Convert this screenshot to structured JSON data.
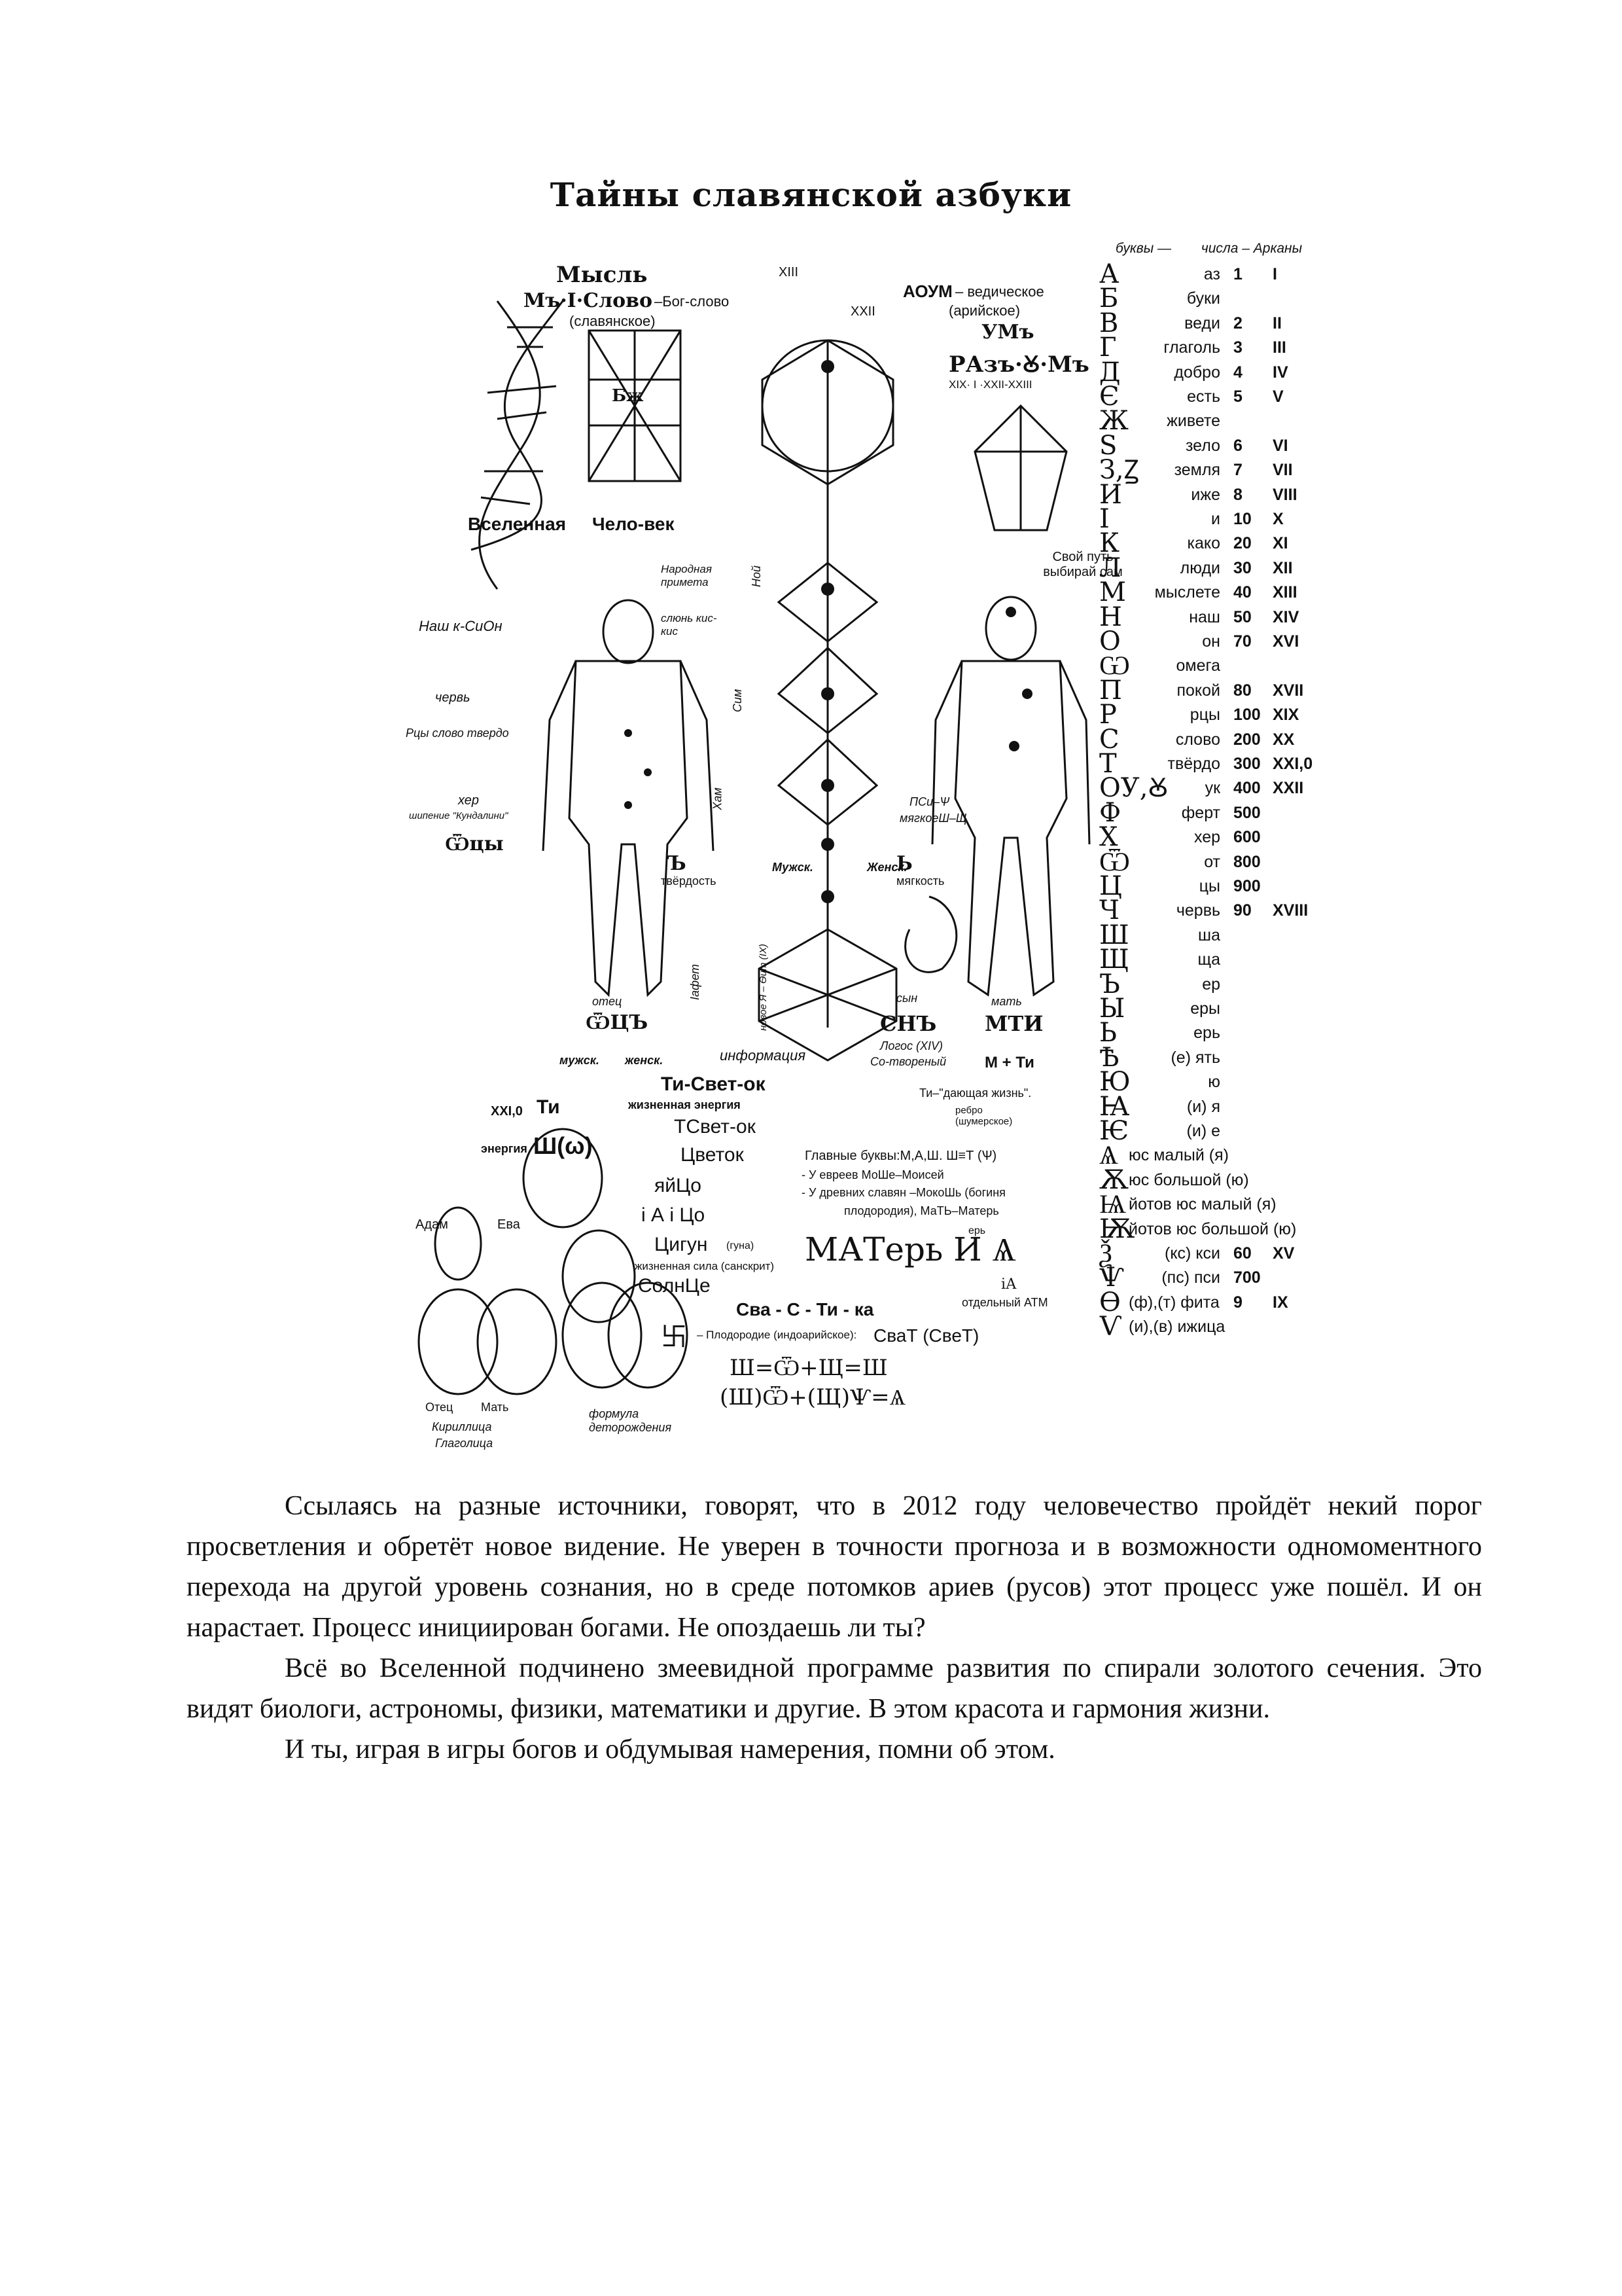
{
  "title": "Тайны славянской азбуки",
  "alphabet_header": {
    "letters": "буквы —",
    "numbers": "числа – Арканы"
  },
  "alphabet": [
    {
      "glyph": "А",
      "name": "аз",
      "number": "1",
      "arcana": "I"
    },
    {
      "glyph": "Б",
      "name": "буки",
      "number": "",
      "arcana": ""
    },
    {
      "glyph": "В",
      "name": "веди",
      "number": "2",
      "arcana": "II"
    },
    {
      "glyph": "Г",
      "name": "глаголь",
      "number": "3",
      "arcana": "III"
    },
    {
      "glyph": "Д",
      "name": "добро",
      "number": "4",
      "arcana": "IV"
    },
    {
      "glyph": "Є",
      "name": "есть",
      "number": "5",
      "arcana": "V"
    },
    {
      "glyph": "Ж",
      "name": "живете",
      "number": "",
      "arcana": ""
    },
    {
      "glyph": "Ѕ",
      "name": "зело",
      "number": "6",
      "arcana": "VI"
    },
    {
      "glyph": "З,Ꙁ",
      "name": "земля",
      "number": "7",
      "arcana": "VII"
    },
    {
      "glyph": "И",
      "name": "иже",
      "number": "8",
      "arcana": "VIII"
    },
    {
      "glyph": "І",
      "name": "и",
      "number": "10",
      "arcana": "X"
    },
    {
      "glyph": "К",
      "name": "како",
      "number": "20",
      "arcana": "XI"
    },
    {
      "glyph": "Л",
      "name": "люди",
      "number": "30",
      "arcana": "XII"
    },
    {
      "glyph": "М",
      "name": "мыслете",
      "number": "40",
      "arcana": "XIII"
    },
    {
      "glyph": "Н",
      "name": "наш",
      "number": "50",
      "arcana": "XIV"
    },
    {
      "glyph": "О",
      "name": "он",
      "number": "70",
      "arcana": "XVI"
    },
    {
      "glyph": "Ѡ",
      "name": "омега",
      "number": "",
      "arcana": ""
    },
    {
      "glyph": "П",
      "name": "покой",
      "number": "80",
      "arcana": "XVII"
    },
    {
      "glyph": "Р",
      "name": "рцы",
      "number": "100",
      "arcana": "XIX"
    },
    {
      "glyph": "С",
      "name": "слово",
      "number": "200",
      "arcana": "XX"
    },
    {
      "glyph": "Т",
      "name": "твёрдо",
      "number": "300",
      "arcana": "XXI,0"
    },
    {
      "glyph": "ОУ,Ꙋ",
      "name": "ук",
      "number": "400",
      "arcana": "XXII"
    },
    {
      "glyph": "Ф",
      "name": "ферт",
      "number": "500",
      "arcana": ""
    },
    {
      "glyph": "Х",
      "name": "хер",
      "number": "600",
      "arcana": ""
    },
    {
      "glyph": "Ѿ",
      "name": "от",
      "number": "800",
      "arcana": ""
    },
    {
      "glyph": "Ц",
      "name": "цы",
      "number": "900",
      "arcana": ""
    },
    {
      "glyph": "Ч",
      "name": "червь",
      "number": "90",
      "arcana": "XVIII"
    },
    {
      "glyph": "Ш",
      "name": "ша",
      "number": "",
      "arcana": ""
    },
    {
      "glyph": "Щ",
      "name": "ща",
      "number": "",
      "arcana": ""
    },
    {
      "glyph": "Ъ",
      "name": "ер",
      "number": "",
      "arcana": ""
    },
    {
      "glyph": "Ы",
      "name": "еры",
      "number": "",
      "arcana": ""
    },
    {
      "glyph": "Ь",
      "name": "ерь",
      "number": "",
      "arcana": ""
    },
    {
      "glyph": "Ѣ",
      "name": "(е) ять",
      "number": "",
      "arcana": ""
    },
    {
      "glyph": "Ю",
      "name": "ю",
      "number": "",
      "arcana": ""
    },
    {
      "glyph": "Ꙗ",
      "name": "(и) я",
      "number": "",
      "arcana": ""
    },
    {
      "glyph": "Ѥ",
      "name": "(и) е",
      "number": "",
      "arcana": ""
    },
    {
      "glyph": "Ѧ",
      "name": "юс малый (я)",
      "number": "",
      "arcana": ""
    },
    {
      "glyph": "Ѫ",
      "name": "юс большой (ю)",
      "number": "",
      "arcana": ""
    },
    {
      "glyph": "Ѩ",
      "name": "йотов юс малый (я)",
      "number": "",
      "arcana": ""
    },
    {
      "glyph": "Ѭ",
      "name": "йотов юс большой (ю)",
      "number": "",
      "arcana": ""
    },
    {
      "glyph": "Ѯ",
      "name": "(кс) кси",
      "number": "60",
      "arcana": "XV"
    },
    {
      "glyph": "Ѱ",
      "name": "(пс) пси",
      "number": "700",
      "arcana": ""
    },
    {
      "glyph": "Ѳ",
      "name": "(ф),(т) фита",
      "number": "9",
      "arcana": "IX"
    },
    {
      "glyph": "Ѵ",
      "name": "(и),(в) ижица",
      "number": "",
      "arcana": ""
    }
  ],
  "labels": {
    "mysl": "Мысль",
    "mi_slovo": "Мъ·І·Слово",
    "bog_slovo": "–Бог-слово",
    "slavyanskoe": "(славянское)",
    "aoum": "АОУМ",
    "vedicheskoe": "– ведическое",
    "ariyskoe": "(арийское)",
    "umb": "УМъ",
    "razum": "РАзъ·Ꙋ·Мъ",
    "xix_line": "XIX·  I  ·XXII-XXIII",
    "vselennaya": "Вселенная",
    "chelovek": "Чело-век",
    "narodnaya": "Народная примета",
    "sluna": "слюнь кис-кис",
    "nash_sion": "Наш к-СиОн",
    "cherv": "червь",
    "rcy": "Рцы слово твердо",
    "her": "хер",
    "shipenie": "шипение \"Кундалини\"",
    "otcy": "Ѿцы",
    "tverdost": "твёрдость",
    "myagkost": "мягкость",
    "muzhsk_box": "Мужск.",
    "zhensk_box": "Женск.",
    "hard_sign": "Ъ",
    "soft_sign": "Ь",
    "psi": "ПСи–Ѱ",
    "myagkoe_sh": "мягкоеШ–Щ",
    "svoy_put": "Свой путь выбирай сам",
    "noy": "Ной",
    "sim": "Сим",
    "ham": "Хам",
    "iafet": "Іафет",
    "novoe_ya": "новое Я – Ѳит (IX)",
    "otec": "отец",
    "otcy2": "ѾЦЪ",
    "muzhsk": "мужск.",
    "zhensk": "женск.",
    "informaciya": "информация",
    "ti_svet": "Ти-Свет-ок",
    "zhiznennaya": "жизненная энергия",
    "tsvet": "ТСвет-ок",
    "cvetok": "Цветок",
    "yaytso": "яйЦо",
    "iaitso": "і А і Цо",
    "cigun": "Цигун",
    "guna": "(гуна)",
    "zhiz_sila": "жизненная сила (санскрит)",
    "solnce": "СолнЦе",
    "snb": "СНЪ",
    "syn": "сын",
    "logos": "Логос (XIV)",
    "sotvoreny": "Со-твореный",
    "mati": "МТИ",
    "mat": "мать",
    "m_ti": "М + Ти",
    "ti_dayushaya": "Ти–\"дающая жизнь\".",
    "rebro": "ребро (шумерское)",
    "xxi0": "XXI,0",
    "ti": "Ти",
    "energiya": "энергия",
    "sh_omega": "Ш(ω)",
    "adam": "Адам",
    "eva": "Ева",
    "glavnye": "Главные буквы:М,А,Ш. Ш≡Т (Ѱ)",
    "evrei": "- У евреев МоШе–Моисей",
    "slavyane": "- У древних славян –МокоШь (богиня",
    "plodorodiya": "плодородия), МаТЬ–Матерь",
    "er": "ерь",
    "materi": "МАТерь И Ѧ",
    "ia": "іА",
    "otdelny": "отдельный АТМ",
    "sva": "Сва - С - Ти - ка",
    "plodorodie": "– Плодородие (индоарийское):",
    "svat": "СваТ (СвеТ)",
    "formula1": "Ш=Ѿ+Щ=Ш",
    "formula2": "(Ш)Ѿ+(Щ)Ѱ=Ѧ",
    "otec2": "Отец",
    "mat2": "Мать",
    "kirillica": "Кириллица",
    "glagolica": "Глаголица",
    "formula_label": "формула деторождения",
    "bzh": "Бж",
    "xiii": "XIII",
    "xxii": "XXII"
  },
  "paragraphs": [
    "Ссылаясь на разные источники, говорят, что в 2012 году человечество пройдёт некий порог просветления и обретёт новое видение. Не уверен в точности прогноза и в возможности одномоментного перехода на другой уровень сознания, но в среде потомков ариев (русов) этот процесс уже пошёл. И он нарастает. Процесс инициирован богами. Не опоздаешь ли ты?",
    "Всё во Вселенной подчинено змеевидной программе развития по спирали золотого сечения. Это видят биологи, астрономы, физики, математики и другие. В этом красота и гармония жизни.",
    "И ты, играя в игры богов и обдумывая намерения, помни об этом."
  ]
}
